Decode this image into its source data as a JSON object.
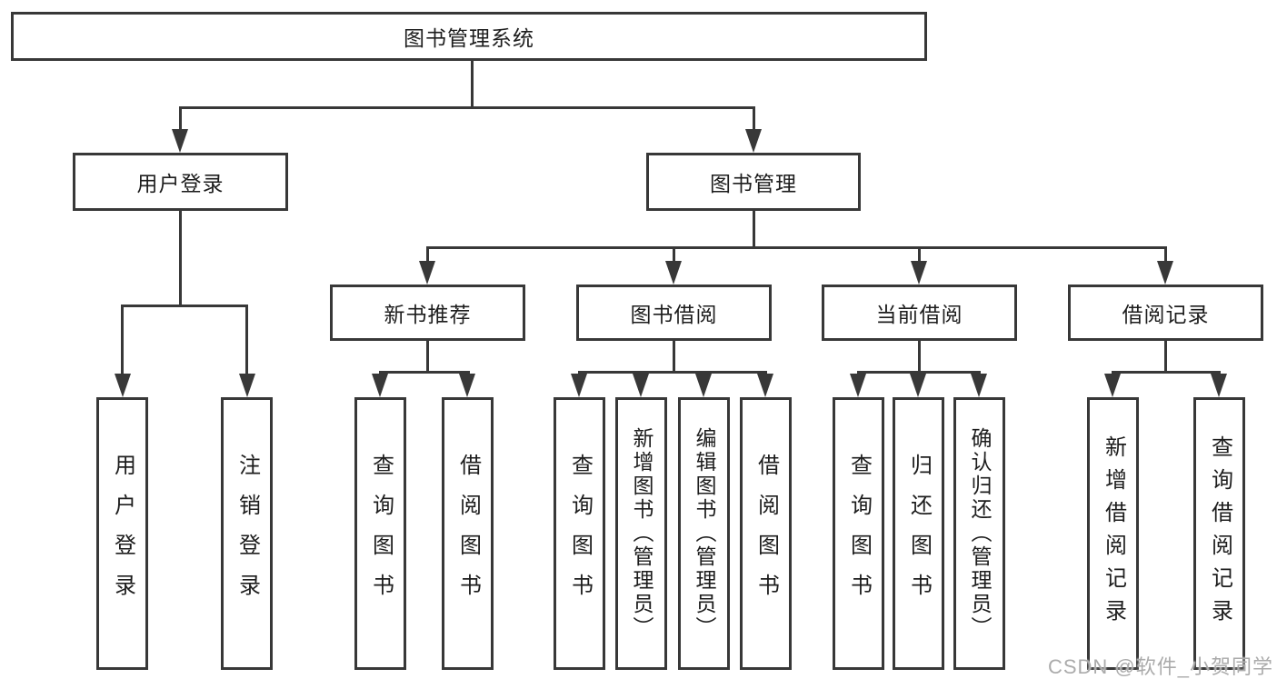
{
  "tree": {
    "root": {
      "label": "图书管理系统"
    },
    "branches": [
      {
        "label": "用户登录",
        "children": [
          {
            "label": "用户登录"
          },
          {
            "label": "注销登录"
          }
        ]
      },
      {
        "label": "图书管理",
        "children": [
          {
            "label": "新书推荐",
            "children": [
              {
                "label": "查询图书"
              },
              {
                "label": "借阅图书"
              }
            ]
          },
          {
            "label": "图书借阅",
            "children": [
              {
                "label": "查询图书"
              },
              {
                "label": "新增图书（管理员）"
              },
              {
                "label": "编辑图书（管理员）"
              },
              {
                "label": "借阅图书"
              }
            ]
          },
          {
            "label": "当前借阅",
            "children": [
              {
                "label": "查询图书"
              },
              {
                "label": "归还图书"
              },
              {
                "label": "确认归还（管理员）"
              }
            ]
          },
          {
            "label": "借阅记录",
            "children": [
              {
                "label": "新增借阅记录"
              },
              {
                "label": "查询借阅记录"
              }
            ]
          }
        ]
      }
    ]
  },
  "watermark": {
    "text": "CSDN @软件_小贺同学",
    "color": "#ababab"
  },
  "colors": {
    "line": "#383838",
    "box_border": "#383838",
    "box_fill": "#ffffff",
    "text": "#1d1d1d",
    "background": "#ffffff",
    "watermark": "#ababab"
  }
}
